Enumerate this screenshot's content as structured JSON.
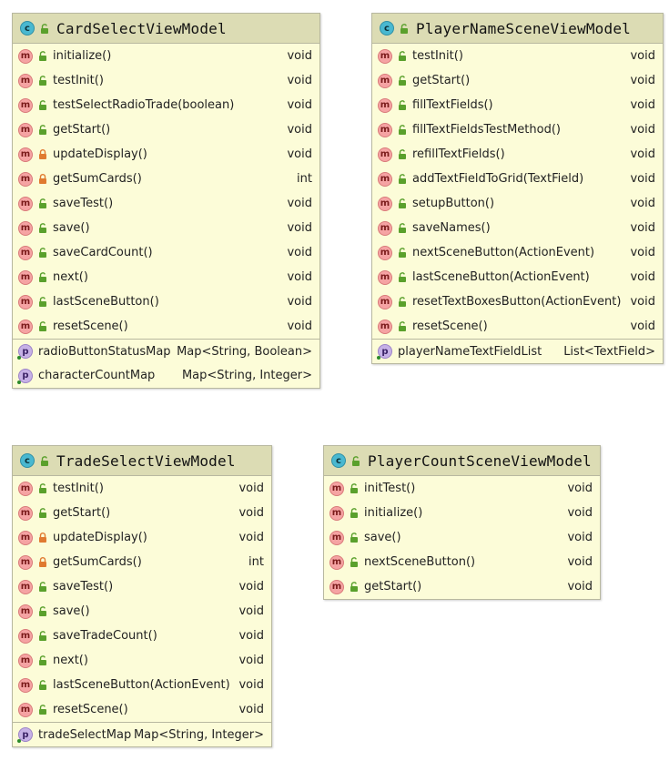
{
  "classes": [
    {
      "title": "CardSelectViewModel",
      "methods": [
        {
          "name": "initialize()",
          "type": "void",
          "visibility": "public"
        },
        {
          "name": "testInit()",
          "type": "void",
          "visibility": "public"
        },
        {
          "name": "testSelectRadioTrade(boolean)",
          "type": "void",
          "visibility": "public"
        },
        {
          "name": "getStart()",
          "type": "void",
          "visibility": "public"
        },
        {
          "name": "updateDisplay()",
          "type": "void",
          "visibility": "private"
        },
        {
          "name": "getSumCards()",
          "type": "int",
          "visibility": "private"
        },
        {
          "name": "saveTest()",
          "type": "void",
          "visibility": "public"
        },
        {
          "name": "save()",
          "type": "void",
          "visibility": "public"
        },
        {
          "name": "saveCardCount()",
          "type": "void",
          "visibility": "public"
        },
        {
          "name": "next()",
          "type": "void",
          "visibility": "public"
        },
        {
          "name": "lastSceneButton()",
          "type": "void",
          "visibility": "public"
        },
        {
          "name": "resetScene()",
          "type": "void",
          "visibility": "public"
        }
      ],
      "properties": [
        {
          "name": "radioButtonStatusMap",
          "type": "Map<String, Boolean>"
        },
        {
          "name": "characterCountMap",
          "type": "Map<String, Integer>"
        }
      ]
    },
    {
      "title": "PlayerNameSceneViewModel",
      "methods": [
        {
          "name": "testInit()",
          "type": "void",
          "visibility": "public"
        },
        {
          "name": "getStart()",
          "type": "void",
          "visibility": "public"
        },
        {
          "name": "fillTextFields()",
          "type": "void",
          "visibility": "public"
        },
        {
          "name": "fillTextFieldsTestMethod()",
          "type": "void",
          "visibility": "public"
        },
        {
          "name": "refillTextFields()",
          "type": "void",
          "visibility": "public"
        },
        {
          "name": "addTextFieldToGrid(TextField)",
          "type": "void",
          "visibility": "public"
        },
        {
          "name": "setupButton()",
          "type": "void",
          "visibility": "public"
        },
        {
          "name": "saveNames()",
          "type": "void",
          "visibility": "public"
        },
        {
          "name": "nextSceneButton(ActionEvent)",
          "type": "void",
          "visibility": "public"
        },
        {
          "name": "lastSceneButton(ActionEvent)",
          "type": "void",
          "visibility": "public"
        },
        {
          "name": "resetTextBoxesButton(ActionEvent)",
          "type": "void",
          "visibility": "public"
        },
        {
          "name": "resetScene()",
          "type": "void",
          "visibility": "public"
        }
      ],
      "properties": [
        {
          "name": "playerNameTextFieldList",
          "type": "List<TextField>"
        }
      ]
    },
    {
      "title": "TradeSelectViewModel",
      "methods": [
        {
          "name": "testInit()",
          "type": "void",
          "visibility": "public"
        },
        {
          "name": "getStart()",
          "type": "void",
          "visibility": "public"
        },
        {
          "name": "updateDisplay()",
          "type": "void",
          "visibility": "private"
        },
        {
          "name": "getSumCards()",
          "type": "int",
          "visibility": "private"
        },
        {
          "name": "saveTest()",
          "type": "void",
          "visibility": "public"
        },
        {
          "name": "save()",
          "type": "void",
          "visibility": "public"
        },
        {
          "name": "saveTradeCount()",
          "type": "void",
          "visibility": "public"
        },
        {
          "name": "next()",
          "type": "void",
          "visibility": "public"
        },
        {
          "name": "lastSceneButton(ActionEvent)",
          "type": "void",
          "visibility": "public"
        },
        {
          "name": "resetScene()",
          "type": "void",
          "visibility": "public"
        }
      ],
      "properties": [
        {
          "name": "tradeSelectMap",
          "type": "Map<String, Integer>"
        }
      ]
    },
    {
      "title": "PlayerCountSceneViewModel",
      "methods": [
        {
          "name": "initTest()",
          "type": "void",
          "visibility": "public"
        },
        {
          "name": "initialize()",
          "type": "void",
          "visibility": "public"
        },
        {
          "name": "save()",
          "type": "void",
          "visibility": "public"
        },
        {
          "name": "nextSceneButton()",
          "type": "void",
          "visibility": "public"
        },
        {
          "name": "getStart()",
          "type": "void",
          "visibility": "public"
        }
      ],
      "properties": []
    }
  ],
  "badges": {
    "class": "c",
    "method": "m",
    "property": "p"
  },
  "colors": {
    "header": "#dcdcb4",
    "body": "#fcfcd8",
    "public_lock": "#5aa02c",
    "private_lock": "#e07a30"
  }
}
